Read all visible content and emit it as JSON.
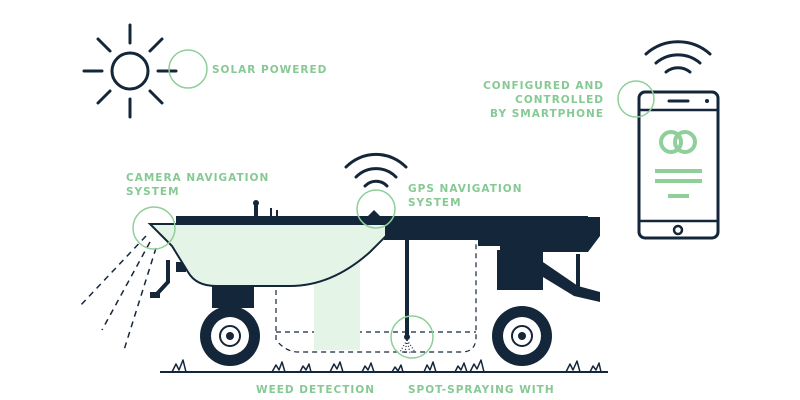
{
  "colors": {
    "navy": "#14263a",
    "green": "#8fcf99",
    "light_green": "#e4f4e6",
    "label_green": "#86c995"
  },
  "icons": [
    "sun-icon",
    "wifi-icon",
    "smartphone-icon",
    "app-logo-icon",
    "camera-icon",
    "sprayer-icon"
  ],
  "labels": {
    "solar": "SOLAR POWERED",
    "smartphone": [
      "CONFIGURED AND",
      "CONTROLLED",
      "BY SMARTPHONE"
    ],
    "camera": [
      "CAMERA NAVIGATION",
      "SYSTEM"
    ],
    "gps": [
      "GPS NAVIGATION",
      "SYSTEM"
    ],
    "weed": "WEED DETECTION",
    "spray": "SPOT-SPRAYING WITH"
  }
}
